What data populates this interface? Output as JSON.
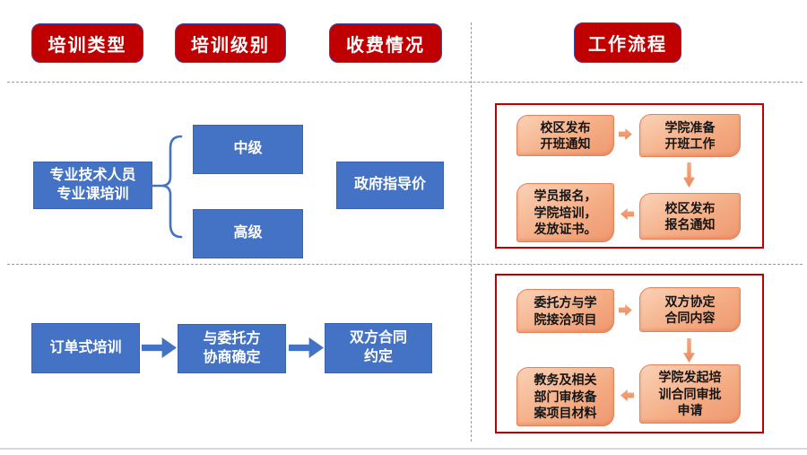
{
  "colors": {
    "header_red": "#C00000",
    "header_border_blue": "#3B4CA8",
    "panel_border_red": "#C00000",
    "box_blue": "#4472C4",
    "flow_orange_fill": "#F4AB82",
    "flow_orange_border": "#E8815A",
    "divider_gray": "#9B9B9B"
  },
  "columns": [
    {
      "label": "培训类型"
    },
    {
      "label": "培训级别"
    },
    {
      "label": "收费情况"
    },
    {
      "label": "工作流程"
    }
  ],
  "professional_training": {
    "type": "专业技术人员\n专业课培训",
    "levels": [
      "中级",
      "高级"
    ],
    "fee": "政府指导价",
    "workflow": [
      "校区发布\n开班通知",
      "学院准备\n开班工作",
      "校区发布\n报名通知",
      "学员报名，\n学院培训，\n发放证书。"
    ]
  },
  "order_training": {
    "type": "订单式培训",
    "steps": [
      "与委托方\n协商确定",
      "双方合同\n约定"
    ],
    "workflow": [
      "委托方与学\n院接洽项目",
      "双方协定\n合同内容",
      "学院发起培\n训合同审批\n申请",
      "教务及相关\n部门审核备\n案项目材料"
    ]
  }
}
